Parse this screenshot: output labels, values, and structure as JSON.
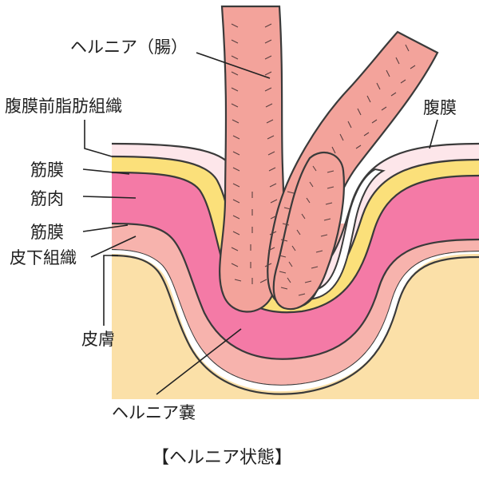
{
  "title": "【ヘルニア状態】",
  "labels": {
    "hernia_intestine": "ヘルニア（腸）",
    "preperitoneal_fat": "腹膜前脂肪組織",
    "peritoneum": "腹膜",
    "fascia_upper": "筋膜",
    "muscle": "筋肉",
    "fascia_lower": "筋膜",
    "subcutaneous_tissue": "皮下組織",
    "skin": "皮膚",
    "hernia_sac": "ヘルニア嚢"
  },
  "colors": {
    "outer_bg": "#fbe0a8",
    "skin_line": "#e8d9b8",
    "subcutaneous": "#f7b3ad",
    "fascia": "#fbe07a",
    "muscle": "#f47aa6",
    "preperitoneal": "#fde6ea",
    "intestine": "#f3a39b",
    "outline": "#3a3a3a"
  }
}
